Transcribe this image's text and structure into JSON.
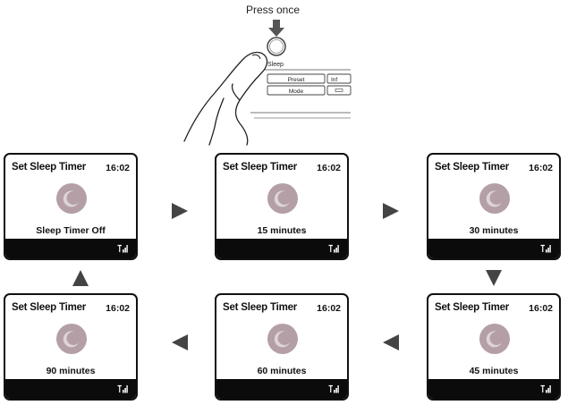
{
  "instruction": {
    "press_label": "Press once"
  },
  "device": {
    "button_caption": "Sleep",
    "buttons": [
      "Preset",
      "Inf",
      "Mode"
    ]
  },
  "screens": [
    {
      "title": "Set Sleep Timer",
      "time": "16:02",
      "status": "Sleep Timer Off",
      "icon": "moon-icon"
    },
    {
      "title": "Set Sleep Timer",
      "time": "16:02",
      "status": "15 minutes",
      "icon": "moon-icon"
    },
    {
      "title": "Set Sleep Timer",
      "time": "16:02",
      "status": "30 minutes",
      "icon": "moon-icon"
    },
    {
      "title": "Set Sleep Timer",
      "time": "16:02",
      "status": "45 minutes",
      "icon": "moon-icon"
    },
    {
      "title": "Set Sleep Timer",
      "time": "16:02",
      "status": "60 minutes",
      "icon": "moon-icon"
    },
    {
      "title": "Set Sleep Timer",
      "time": "16:02",
      "status": "90 minutes",
      "icon": "moon-icon"
    }
  ],
  "colors": {
    "moon_bg": "#b39fa5",
    "moon_fg": "#ded4d6",
    "screen_bar": "#0b0b0b",
    "arrow": "#444444"
  }
}
